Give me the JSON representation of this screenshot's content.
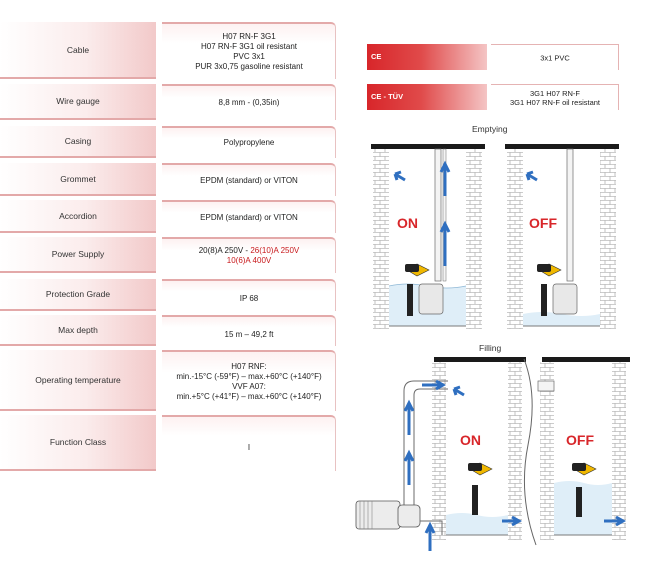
{
  "specs": [
    {
      "label": "Cable",
      "lines": [
        "H07 RN-F 3G1",
        "H07 RN-F 3G1 oil resistant",
        "PVC 3x1",
        "PUR 3x0,75 gasoline resistant"
      ]
    },
    {
      "label": "Wire gauge",
      "lines": [
        "8,8 mm - (0,35in)"
      ]
    },
    {
      "label": "Casing",
      "lines": [
        "Polypropylene"
      ]
    },
    {
      "label": "Grommet",
      "lines": [
        "EPDM (standard) or VITON"
      ]
    },
    {
      "label": "Accordion",
      "lines": [
        "EPDM (standard) or VITON"
      ]
    },
    {
      "label": "Power Supply",
      "lines": [
        "20(8)A 250V - ",
        "26(10)A 250V",
        "10(6)A 400V"
      ]
    },
    {
      "label": "Protection Grade",
      "lines": [
        "IP 68"
      ]
    },
    {
      "label": "Max depth",
      "lines": [
        "15 m – 49,2 ft"
      ]
    },
    {
      "label": "Operating temperature",
      "lines": [
        "H07 RNF:",
        "min.-15°C (-59°F) – max.+60°C (+140°F)",
        "VVF A07:",
        "min.+5°C (+41°F) – max.+60°C (+140°F)"
      ]
    },
    {
      "label": "Function Class",
      "lines": [
        "I"
      ]
    }
  ],
  "certifications": [
    {
      "label": "CE",
      "lines": [
        "3x1 PVC"
      ]
    },
    {
      "label": "CE - TÜV",
      "lines": [
        "3G1 H07 RN-F",
        "3G1 H07 RN-F oil resistant"
      ]
    }
  ],
  "diagrams": {
    "emptying": {
      "title": "Emptying",
      "on": "ON",
      "off": "OFF"
    },
    "filling": {
      "title": "Filling",
      "on": "ON",
      "off": "OFF"
    }
  },
  "colors": {
    "accent": "#d8262a",
    "red_text": "#c8191c",
    "arrow": "#2f6fc0",
    "float": "#f0b800"
  }
}
